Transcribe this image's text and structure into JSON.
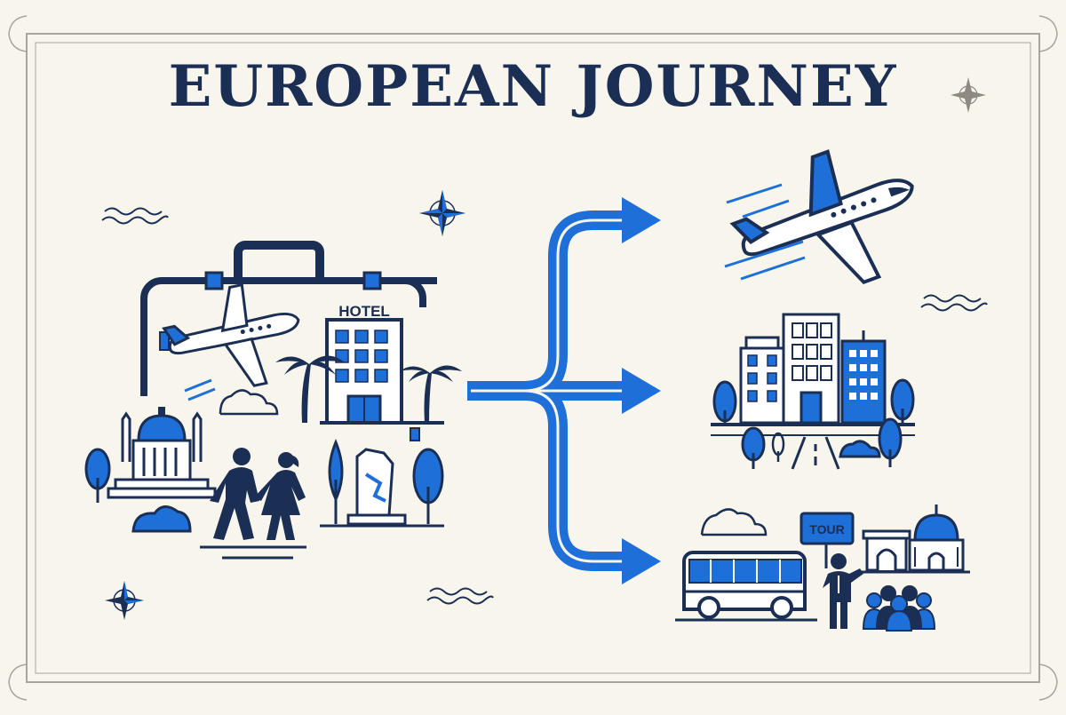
{
  "title": "EUROPEAN JOURNEY",
  "labels": {
    "hotel_sign": "HOTEL",
    "tour_sign": "TOUR"
  },
  "colors": {
    "background": "#f8f5ec",
    "navy": "#1b2f55",
    "blue": "#1f6fd8",
    "light_blue": "#4f8fe6",
    "border": "#a9a59c"
  },
  "icons": [
    "suitcase-icon",
    "airplane-icon",
    "hotel-icon",
    "palm-tree-icon",
    "domed-building-icon",
    "walking-couple-icon",
    "monument-icon",
    "city-buildings-icon",
    "tour-bus-icon",
    "tour-guide-icon",
    "tourist-group-icon",
    "compass-rose-icon",
    "wave-icon",
    "cloud-icon"
  ]
}
